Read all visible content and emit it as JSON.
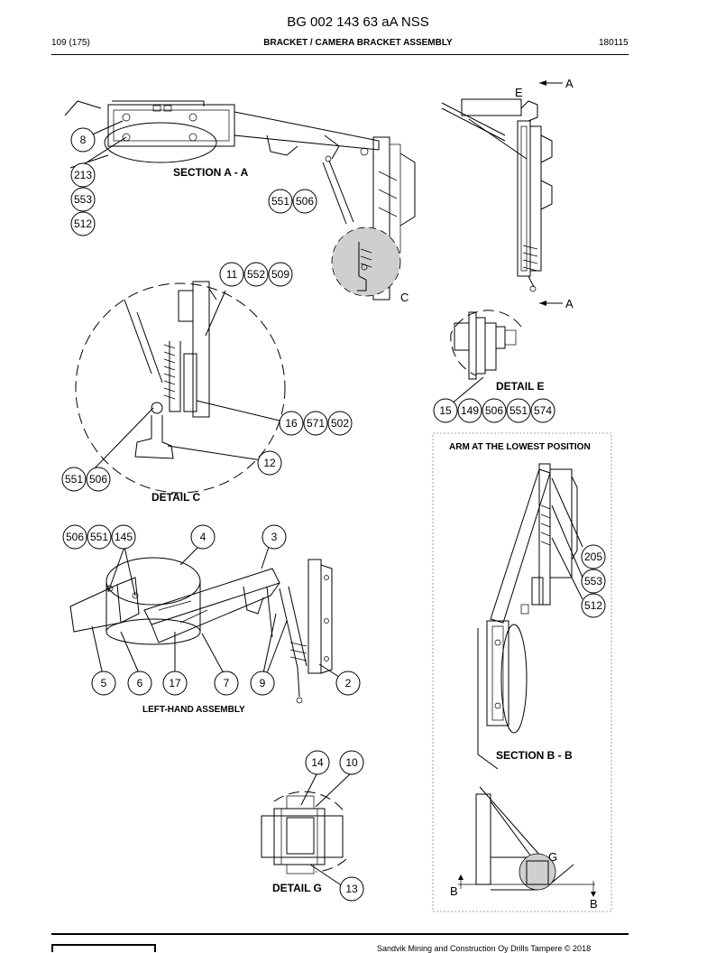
{
  "header": {
    "doc_number": "BG 002 143 63 aA NSS",
    "page": "109 (175)",
    "section_title": "BRACKET / CAMERA BRACKET ASSEMBLY",
    "date_code": "180115"
  },
  "views": {
    "section_aa": "SECTION A - A",
    "detail_c": "DETAIL C",
    "detail_e": "DETAIL E",
    "arm_lowest": "ARM AT THE LOWEST POSITION",
    "section_bb": "SECTION B - B",
    "left_hand": "LEFT-HAND ASSEMBLY",
    "detail_g": "DETAIL G"
  },
  "markers": {
    "a_top": "A",
    "a_bottom": "A",
    "e": "E",
    "c": "C",
    "g": "G",
    "b_left": "B",
    "b_right": "B"
  },
  "balloons": {
    "b8": "8",
    "b213": "213",
    "b553a": "553",
    "b512a": "512",
    "b551a": "551",
    "b506a": "506",
    "b11": "11",
    "b552": "552",
    "b509": "509",
    "b16": "16",
    "b571": "571",
    "b502": "502",
    "b12": "12",
    "b551b": "551",
    "b506b": "506",
    "b15": "15",
    "b149": "149",
    "b506c": "506",
    "b551c": "551",
    "b574": "574",
    "b205": "205",
    "b553b": "553",
    "b512b": "512",
    "b506d": "506",
    "b551d": "551",
    "b145": "145",
    "b4": "4",
    "b3": "3",
    "b5": "5",
    "b6": "6",
    "b17": "17",
    "b7": "7",
    "b9": "9",
    "b2": "2",
    "b14": "14",
    "b10": "10",
    "b13": "13"
  },
  "footer": {
    "copyright": "Sandvik Mining and Construction Oy Drills Tampere © 2018"
  }
}
